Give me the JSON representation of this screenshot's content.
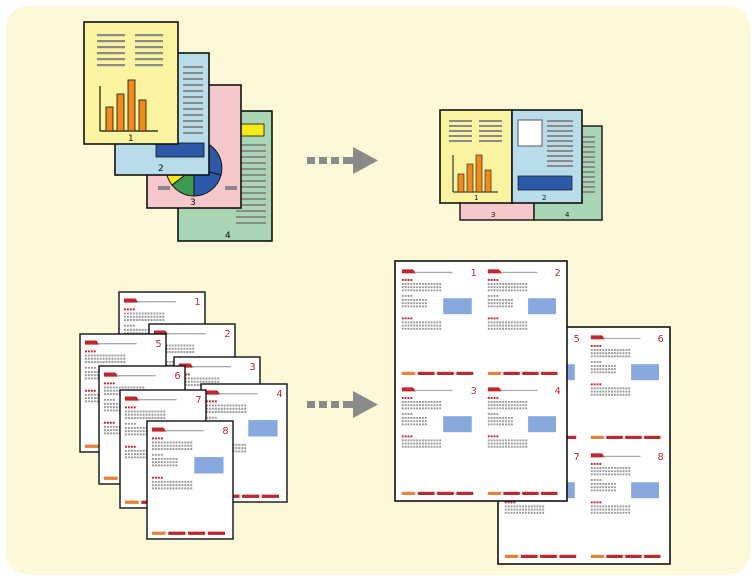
{
  "colors": {
    "panel": "#FDF8D8",
    "yellow_page": "#FAF4A0",
    "blue_page": "#B9DCEA",
    "pink_page": "#F7C8CB",
    "green_page": "#A8D5B4",
    "bar": "#F08A1C",
    "red_accent": "#C0262E",
    "orange_accent": "#E8823A",
    "photo_blue": "#86A8DC",
    "dark_blue": "#2C5AA8",
    "arrow": "#8A8A8A"
  },
  "icons": {
    "arrow": "dashed-right-arrow-icon",
    "chart": "bar-chart-icon",
    "pie": "pie-chart-icon",
    "photo": "image-placeholder-icon"
  },
  "top_input": {
    "page_numbers": [
      "1",
      "2",
      "3",
      "4"
    ]
  },
  "top_output": {
    "page_numbers": [
      "1",
      "2",
      "3",
      "4"
    ]
  },
  "bottom_input": {
    "page_numbers": [
      "1",
      "2",
      "3",
      "4",
      "5",
      "6",
      "7",
      "8"
    ]
  },
  "bottom_output": {
    "sheet1_numbers": [
      "1",
      "2",
      "3",
      "4"
    ],
    "sheet2_numbers": [
      "5",
      "6",
      "7",
      "8"
    ]
  }
}
